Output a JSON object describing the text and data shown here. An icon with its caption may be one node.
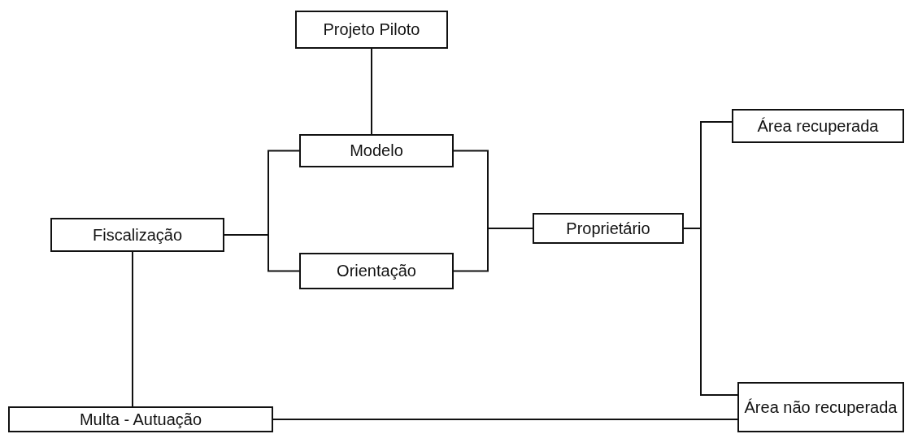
{
  "diagram": {
    "nodes": [
      {
        "text": [
          "Projeto Piloto"
        ]
      },
      {
        "text": [
          "Modelo"
        ]
      },
      {
        "text": [
          "Fiscalização"
        ]
      },
      {
        "text": [
          "Orientação"
        ]
      },
      {
        "text": [
          "Proprietário"
        ]
      },
      {
        "text": [
          "Área recuperada"
        ]
      },
      {
        "text": [
          "Área não recuperada"
        ]
      },
      {
        "text": [
          "Multa - Autuação"
        ]
      }
    ],
    "edges": [
      {
        "from": 0,
        "to": 1,
        "arrow": "none"
      },
      {
        "from": 2,
        "to": 1,
        "arrow": "none"
      },
      {
        "from": 2,
        "to": 3,
        "arrow": "none"
      },
      {
        "from": 1,
        "to": 4,
        "arrow": "none"
      },
      {
        "from": 3,
        "to": 4,
        "arrow": "none"
      },
      {
        "from": 4,
        "to": 5,
        "arrow": "none"
      },
      {
        "from": 4,
        "to": 6,
        "arrow": "none"
      },
      {
        "from": 2,
        "to": 7,
        "arrow": "none"
      },
      {
        "from": 7,
        "to": 6,
        "arrow": "none"
      }
    ]
  }
}
